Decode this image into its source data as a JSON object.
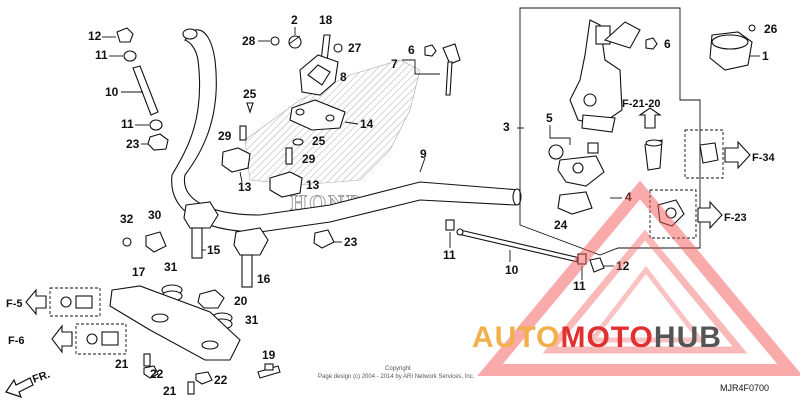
{
  "diagram_code": "MJR4F0700",
  "copyright": {
    "line1": "Copyright",
    "line2": "Page design (c) 2004 - 2014 by ARI Network Services, Inc."
  },
  "watermark": {
    "part1": "AUTO",
    "part2": "MOTO",
    "part3": "HUB",
    "color_orange": "#f2b04a",
    "color_red": "#e03030",
    "color_grey": "#555555"
  },
  "front_marker": "FR.",
  "emblem_text": "HONDA",
  "refs": {
    "f5": "F-5",
    "f6": "F-6",
    "f21_20": "F-21-20",
    "f34": "F-34",
    "f23": "F-23"
  },
  "parts": {
    "p1": "1",
    "p2": "2",
    "p3": "3",
    "p4": "4",
    "p5": "5",
    "p6a": "6",
    "p6b": "6",
    "p7": "7",
    "p8": "8",
    "p9": "9",
    "p10a": "10",
    "p10b": "10",
    "p11a": "11",
    "p11b": "11",
    "p11c": "11",
    "p11d": "11",
    "p12a": "12",
    "p12b": "12",
    "p13a": "13",
    "p13b": "13",
    "p14": "14",
    "p15": "15",
    "p16": "16",
    "p17": "17",
    "p18": "18",
    "p19": "19",
    "p20": "20",
    "p21a": "21",
    "p21b": "21",
    "p22a": "22",
    "p22b": "22",
    "p23a": "23",
    "p23b": "23",
    "p24": "24",
    "p25a": "25",
    "p25b": "25",
    "p26": "26",
    "p27": "27",
    "p28": "28",
    "p29a": "29",
    "p29b": "29",
    "p30": "30",
    "p31a": "31",
    "p31b": "31",
    "p32": "32"
  }
}
